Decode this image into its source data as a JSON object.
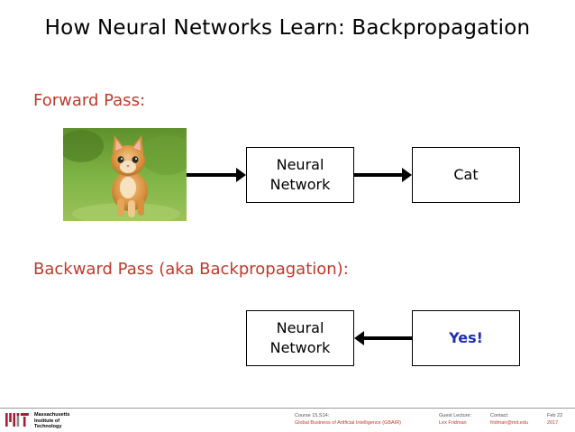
{
  "slide": {
    "title": "How Neural Networks Learn: Backpropagation"
  },
  "forward": {
    "heading": "Forward Pass:",
    "network_label": "Neural\nNetwork",
    "output_label": "Cat"
  },
  "backward": {
    "heading": "Backward Pass (aka Backpropagation):",
    "network_label": "Neural\nNetwork",
    "feedback_label": "Yes!"
  },
  "footer": {
    "institution": "Massachusetts\nInstitute of\nTechnology",
    "course_line1": "Course 15.S14:",
    "course_line2": "Global Business of Artificial Intelligence (GBAIR)",
    "lecturer_line1": "Guest Lecture:",
    "lecturer_line2": "Lex Fridman",
    "contact_line1": "Contact:",
    "contact_line2": "fridman@mit.edu",
    "date_line1": "Feb 22",
    "date_line2": "2017"
  },
  "colors": {
    "heading": "#c0392b",
    "yes": "#1f2fb3",
    "mit_red": "#a31f34"
  },
  "icons": {
    "logo": "mit-logo",
    "photo": "kitten-photo"
  }
}
